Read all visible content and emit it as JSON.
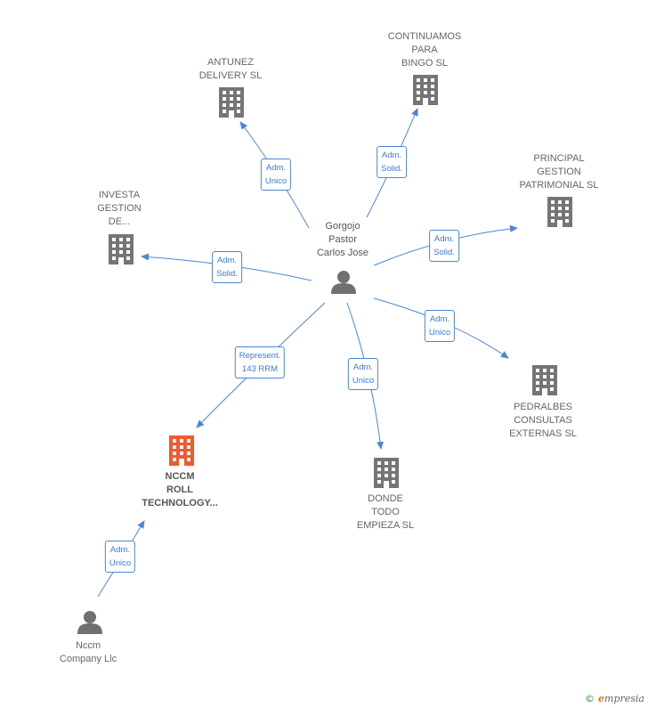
{
  "colors": {
    "edge": "#4a86d6",
    "building": "#757575",
    "building_highlight": "#ef5a2e",
    "person": "#707070"
  },
  "nodes": {
    "center": {
      "label": "Gorgojo\nPastor\nCarlos Jose",
      "icon": "person-icon"
    },
    "antunez": {
      "label": "ANTUNEZ\nDELIVERY  SL",
      "icon": "building-icon"
    },
    "continuamos": {
      "label": "CONTINUAMOS\nPARA\nBINGO  SL",
      "icon": "building-icon"
    },
    "principal": {
      "label": "PRINCIPAL\nGESTION\nPATRIMONIAL SL",
      "icon": "building-icon"
    },
    "investa": {
      "label": "INVESTA\nGESTION\nDE...",
      "icon": "building-icon"
    },
    "pedralbes": {
      "label": "PEDRALBES\nCONSULTAS\nEXTERNAS SL",
      "icon": "building-icon"
    },
    "donde": {
      "label": "DONDE\nTODO\nEMPIEZA  SL",
      "icon": "building-icon"
    },
    "nccm": {
      "label": "NCCM\nROLL\nTECHNOLOGY...",
      "icon": "building-icon"
    },
    "nccm_company": {
      "label": "Nccm\nCompany Llc",
      "icon": "person-icon"
    }
  },
  "edges": {
    "antunez": "Adm.\nUnico",
    "continuamos": "Adm.\nSolid.",
    "principal": "Adm.\nSolid.",
    "investa": "Adm.\nSolid.",
    "pedralbes": "Adm.\nUnico",
    "donde": "Adm.\nUnico",
    "nccm": "Represent.\n143 RRM",
    "nccm_company": "Adm.\nUnico"
  },
  "footer": {
    "copyright_symbol": "©",
    "brand_initial": "e",
    "brand_rest": "mpresia"
  }
}
